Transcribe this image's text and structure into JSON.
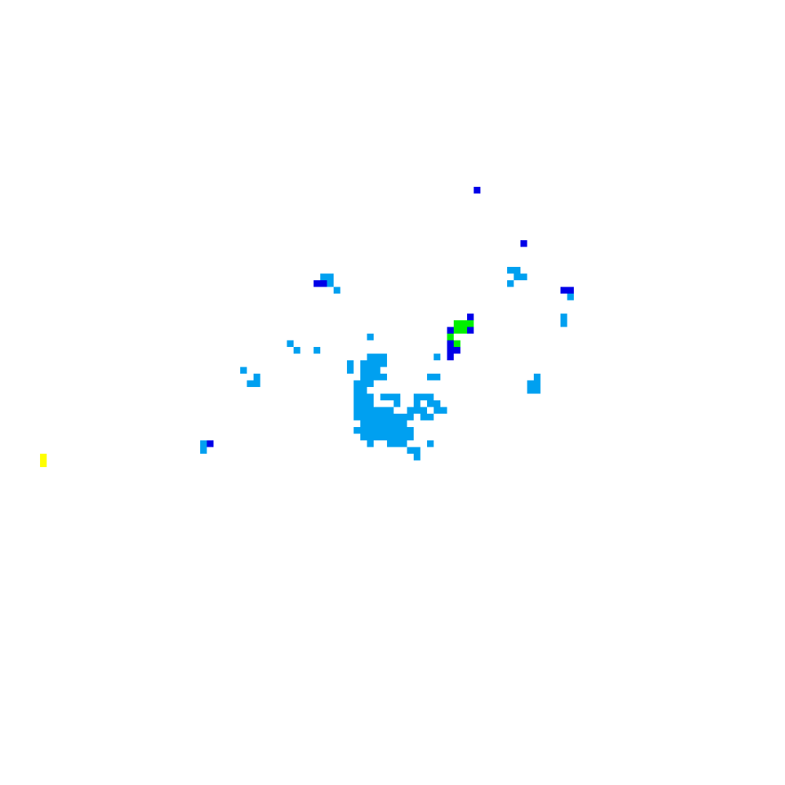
{
  "legend_colors": {
    "light": "#00a0f0",
    "moderate": "#0000e8",
    "heavy": "#00f000",
    "intense": "#ffff00"
  },
  "palette_order": [
    "light",
    "moderate",
    "heavy",
    "intense"
  ],
  "cell_size": 8.5,
  "cells": [
    [
      71,
      28,
      "moderate"
    ],
    [
      78,
      36,
      "moderate"
    ],
    [
      48,
      41,
      "light"
    ],
    [
      49,
      41,
      "light"
    ],
    [
      47,
      42,
      "moderate"
    ],
    [
      48,
      42,
      "moderate"
    ],
    [
      49,
      42,
      "light"
    ],
    [
      50,
      43,
      "light"
    ],
    [
      76,
      40,
      "light"
    ],
    [
      77,
      40,
      "light"
    ],
    [
      77,
      41,
      "light"
    ],
    [
      78,
      41,
      "light"
    ],
    [
      76,
      42,
      "light"
    ],
    [
      84,
      43,
      "moderate"
    ],
    [
      85,
      43,
      "moderate"
    ],
    [
      85,
      44,
      "light"
    ],
    [
      84,
      47,
      "light"
    ],
    [
      84,
      48,
      "light"
    ],
    [
      70,
      47,
      "moderate"
    ],
    [
      68,
      48,
      "green"
    ],
    [
      69,
      48,
      "green"
    ],
    [
      70,
      48,
      "green"
    ],
    [
      67,
      49,
      "moderate"
    ],
    [
      68,
      49,
      "green"
    ],
    [
      69,
      49,
      "green"
    ],
    [
      70,
      49,
      "moderate"
    ],
    [
      67,
      50,
      "green"
    ],
    [
      68,
      51,
      "green"
    ],
    [
      67,
      51,
      "moderate"
    ],
    [
      68,
      52,
      "moderate"
    ],
    [
      67,
      52,
      "moderate"
    ],
    [
      67,
      53,
      "moderate"
    ],
    [
      55,
      50,
      "light"
    ],
    [
      43,
      51,
      "light"
    ],
    [
      44,
      52,
      "light"
    ],
    [
      47,
      52,
      "light"
    ],
    [
      65,
      53,
      "light"
    ],
    [
      55,
      53,
      "light"
    ],
    [
      56,
      53,
      "light"
    ],
    [
      57,
      53,
      "light"
    ],
    [
      55,
      54,
      "light"
    ],
    [
      56,
      54,
      "light"
    ],
    [
      57,
      54,
      "light"
    ],
    [
      52,
      54,
      "light"
    ],
    [
      54,
      54,
      "light"
    ],
    [
      55,
      55,
      "light"
    ],
    [
      56,
      55,
      "light"
    ],
    [
      52,
      55,
      "light"
    ],
    [
      54,
      55,
      "light"
    ],
    [
      36,
      55,
      "light"
    ],
    [
      38,
      56,
      "light"
    ],
    [
      37,
      57,
      "light"
    ],
    [
      38,
      57,
      "light"
    ],
    [
      54,
      56,
      "light"
    ],
    [
      55,
      56,
      "light"
    ],
    [
      56,
      56,
      "light"
    ],
    [
      57,
      56,
      "light"
    ],
    [
      64,
      56,
      "light"
    ],
    [
      65,
      56,
      "light"
    ],
    [
      80,
      56,
      "light"
    ],
    [
      79,
      57,
      "light"
    ],
    [
      80,
      57,
      "light"
    ],
    [
      79,
      58,
      "light"
    ],
    [
      80,
      58,
      "light"
    ],
    [
      53,
      57,
      "light"
    ],
    [
      54,
      57,
      "light"
    ],
    [
      55,
      57,
      "light"
    ],
    [
      53,
      58,
      "light"
    ],
    [
      54,
      58,
      "light"
    ],
    [
      53,
      59,
      "light"
    ],
    [
      54,
      59,
      "light"
    ],
    [
      55,
      59,
      "light"
    ],
    [
      57,
      59,
      "light"
    ],
    [
      58,
      59,
      "light"
    ],
    [
      59,
      59,
      "light"
    ],
    [
      62,
      59,
      "light"
    ],
    [
      63,
      59,
      "light"
    ],
    [
      64,
      59,
      "light"
    ],
    [
      53,
      60,
      "light"
    ],
    [
      54,
      60,
      "light"
    ],
    [
      55,
      60,
      "light"
    ],
    [
      59,
      60,
      "light"
    ],
    [
      62,
      60,
      "light"
    ],
    [
      64,
      60,
      "light"
    ],
    [
      65,
      60,
      "light"
    ],
    [
      53,
      61,
      "light"
    ],
    [
      54,
      61,
      "light"
    ],
    [
      55,
      61,
      "light"
    ],
    [
      56,
      61,
      "light"
    ],
    [
      57,
      61,
      "light"
    ],
    [
      58,
      61,
      "light"
    ],
    [
      61,
      61,
      "light"
    ],
    [
      62,
      61,
      "light"
    ],
    [
      63,
      61,
      "light"
    ],
    [
      65,
      61,
      "light"
    ],
    [
      66,
      61,
      "light"
    ],
    [
      53,
      62,
      "light"
    ],
    [
      54,
      62,
      "light"
    ],
    [
      55,
      62,
      "light"
    ],
    [
      56,
      62,
      "light"
    ],
    [
      57,
      62,
      "light"
    ],
    [
      58,
      62,
      "light"
    ],
    [
      59,
      62,
      "light"
    ],
    [
      60,
      62,
      "light"
    ],
    [
      61,
      62,
      "light"
    ],
    [
      63,
      62,
      "light"
    ],
    [
      64,
      62,
      "light"
    ],
    [
      54,
      63,
      "light"
    ],
    [
      55,
      63,
      "light"
    ],
    [
      56,
      63,
      "light"
    ],
    [
      57,
      63,
      "light"
    ],
    [
      58,
      63,
      "light"
    ],
    [
      59,
      63,
      "light"
    ],
    [
      60,
      63,
      "light"
    ],
    [
      53,
      64,
      "light"
    ],
    [
      54,
      64,
      "light"
    ],
    [
      55,
      64,
      "light"
    ],
    [
      56,
      64,
      "light"
    ],
    [
      57,
      64,
      "light"
    ],
    [
      58,
      64,
      "light"
    ],
    [
      59,
      64,
      "light"
    ],
    [
      60,
      64,
      "light"
    ],
    [
      61,
      64,
      "light"
    ],
    [
      54,
      65,
      "light"
    ],
    [
      55,
      65,
      "light"
    ],
    [
      56,
      65,
      "light"
    ],
    [
      57,
      65,
      "light"
    ],
    [
      58,
      65,
      "light"
    ],
    [
      59,
      65,
      "light"
    ],
    [
      60,
      65,
      "light"
    ],
    [
      61,
      65,
      "light"
    ],
    [
      55,
      66,
      "light"
    ],
    [
      58,
      66,
      "light"
    ],
    [
      59,
      66,
      "light"
    ],
    [
      60,
      66,
      "light"
    ],
    [
      64,
      66,
      "light"
    ],
    [
      61,
      67,
      "light"
    ],
    [
      62,
      67,
      "light"
    ],
    [
      62,
      68,
      "light"
    ],
    [
      30,
      66,
      "light"
    ],
    [
      31,
      66,
      "moderate"
    ],
    [
      30,
      67,
      "light"
    ],
    [
      6,
      68,
      "intense"
    ],
    [
      6,
      69,
      "intense"
    ]
  ]
}
